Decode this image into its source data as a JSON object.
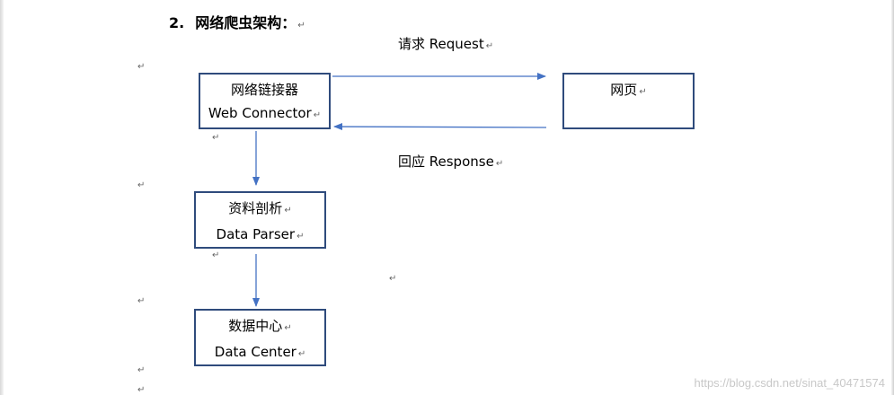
{
  "heading": {
    "number": "2.",
    "text": "网络爬虫架构："
  },
  "paragraph_mark": "↵",
  "arrows": {
    "request_label": "请求 Request",
    "response_label": "回应 Response"
  },
  "boxes": {
    "web_connector": {
      "line1": "网络链接器",
      "line2": "Web Connector"
    },
    "webpage": {
      "line1": "网页"
    },
    "data_parser": {
      "line1": "资料剖析",
      "line2": "Data Parser"
    },
    "data_center": {
      "line1": "数据中心",
      "line2": "Data Center"
    }
  },
  "watermark": "https://blog.csdn.net/sinat_40471574",
  "colors": {
    "arrow": "#4472c4",
    "box_border": "#2f4b7c"
  }
}
